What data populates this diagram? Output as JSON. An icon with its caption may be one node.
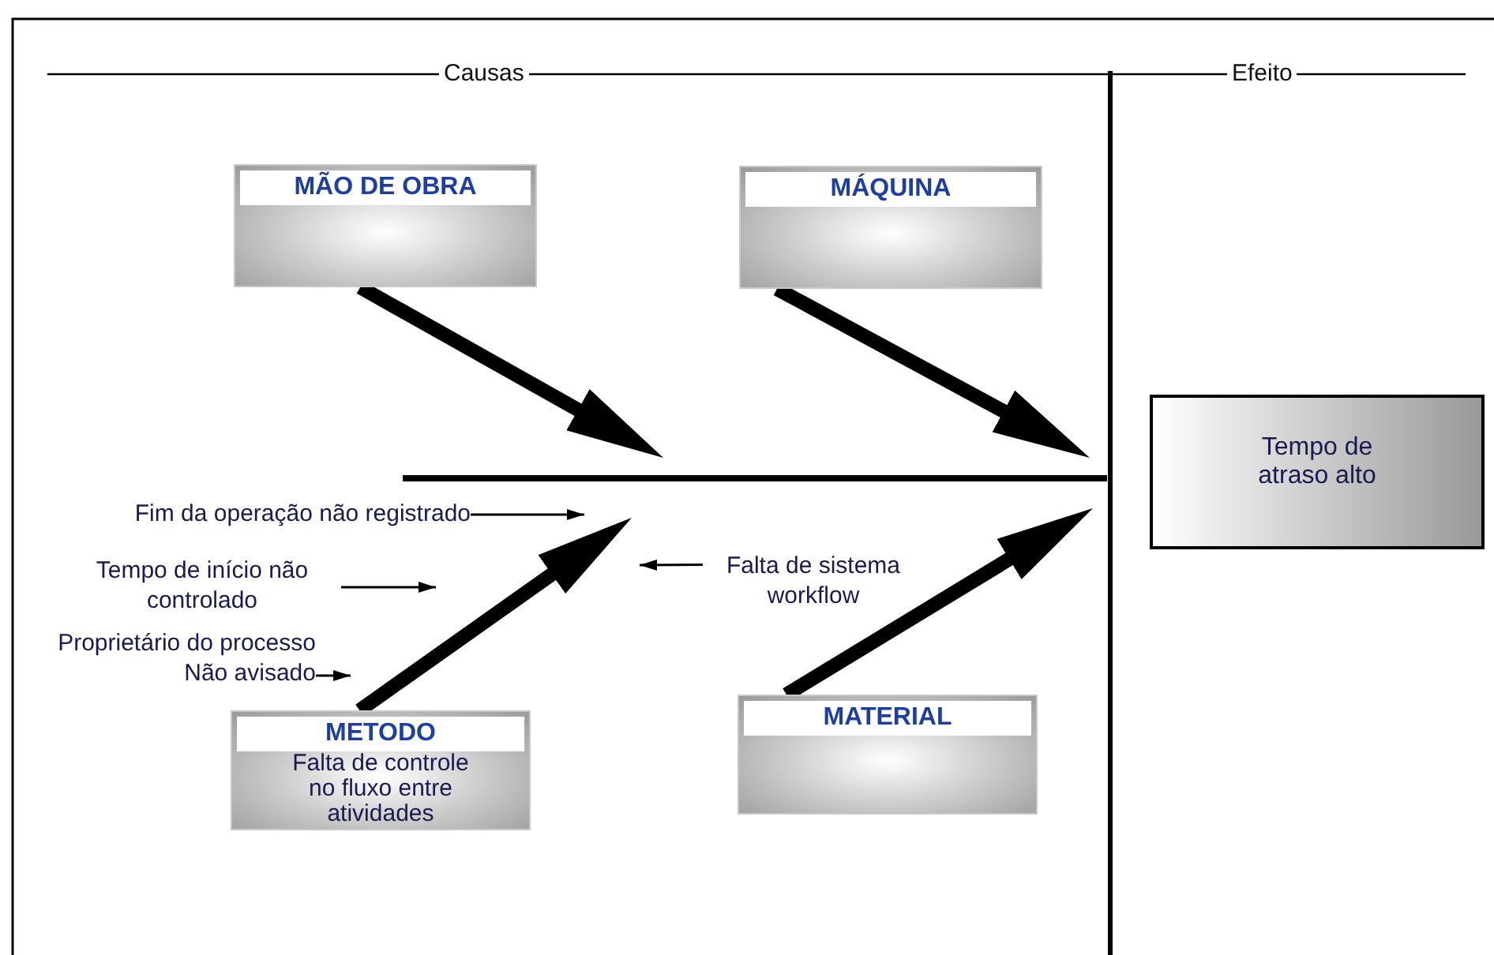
{
  "diagram": {
    "nodes": [
      {
        "text": [
          "MÃO DE OBRA"
        ]
      },
      {
        "text": [
          "MÁQUINA"
        ]
      },
      {
        "text": [
          "METODO",
          "Falta de controle no fluxo entre atividades"
        ]
      },
      {
        "text": [
          "MATERIAL"
        ]
      },
      {
        "text": [
          "Tempo de atraso alto"
        ]
      },
      {
        "text": [
          "Fim da operação não registrado"
        ]
      },
      {
        "text": [
          "Tempo de início não controlado"
        ]
      },
      {
        "text": [
          "Proprietário do processo Não avisado"
        ]
      },
      {
        "text": [
          "Falta de sistema workflow"
        ]
      }
    ],
    "edges": [
      {
        "from": 0,
        "to": null,
        "arrow": "to",
        "style": "thick"
      },
      {
        "from": 1,
        "to": null,
        "arrow": "to",
        "style": "thick"
      },
      {
        "from": 2,
        "to": null,
        "arrow": "to",
        "style": "thick"
      },
      {
        "from": 3,
        "to": null,
        "arrow": "to",
        "style": "thick"
      },
      {
        "from": 5,
        "to": null,
        "arrow": "to"
      },
      {
        "from": 6,
        "to": null,
        "arrow": "to"
      },
      {
        "from": 7,
        "to": null,
        "arrow": "to"
      },
      {
        "from": 8,
        "to": null,
        "arrow": "to"
      }
    ],
    "labels": [
      "Causas",
      "Efeito"
    ]
  }
}
